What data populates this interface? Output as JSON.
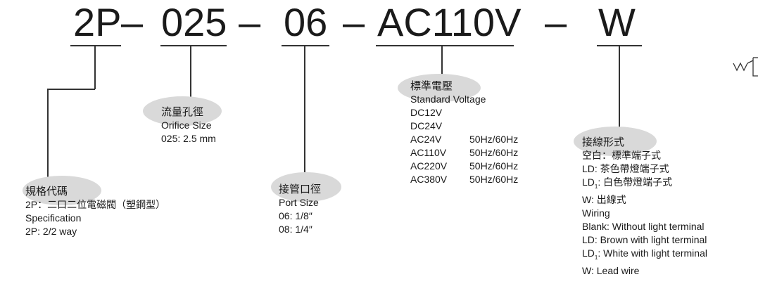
{
  "model_code": {
    "seg1": "2P",
    "seg2": "025",
    "seg3": "06",
    "seg4": "AC110V",
    "seg5": "W",
    "separator": "–"
  },
  "spec": {
    "title": "規格代碼",
    "lines": [
      "2P：二口二位電磁閥（塑鋼型）",
      "Specification",
      "2P: 2/2 way"
    ]
  },
  "orifice": {
    "title": "流量孔徑",
    "lines": [
      "Orifice Size",
      "025: 2.5 mm"
    ]
  },
  "port": {
    "title": "接管口徑",
    "lines": [
      "Port Size",
      "06: 1/8″",
      "08: 1/4″"
    ]
  },
  "voltage": {
    "title": "標準電壓",
    "subtitle": "Standard Voltage",
    "rows": [
      {
        "v": "DC12V",
        "hz": ""
      },
      {
        "v": "DC24V",
        "hz": ""
      },
      {
        "v": "AC24V",
        "hz": "50Hz/60Hz"
      },
      {
        "v": "AC110V",
        "hz": "50Hz/60Hz"
      },
      {
        "v": "AC220V",
        "hz": "50Hz/60Hz"
      },
      {
        "v": "AC380V",
        "hz": "50Hz/60Hz"
      }
    ]
  },
  "wiring": {
    "title": "接線形式",
    "line1": "空白：標準端子式",
    "line2": "LD: 茶色帶燈端子式",
    "line3_prefix": "LD",
    "line3_sub": "1",
    "line3_suffix": ": 白色帶燈端子式",
    "line4": "W: 出線式",
    "line5": "Wiring",
    "line6": "Blank: Without light terminal",
    "line7": "LD: Brown with light terminal",
    "line8_prefix": "LD",
    "line8_sub": "1",
    "line8_suffix": ": White with light terminal",
    "line9": "W: Lead wire"
  },
  "colors": {
    "bubble": "#d9d9d9",
    "line": "#333333",
    "text": "#1a1a1a"
  }
}
